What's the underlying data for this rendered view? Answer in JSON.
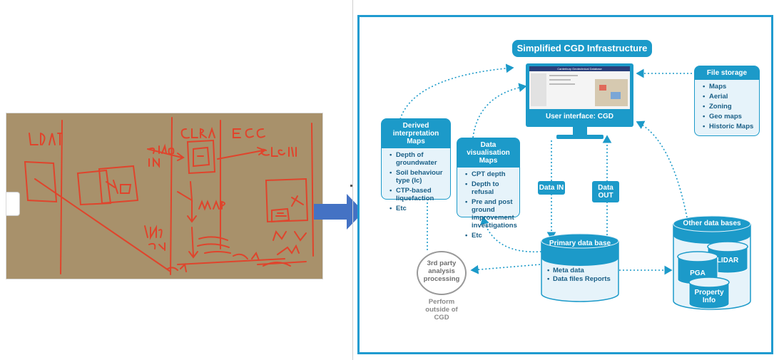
{
  "diagram": {
    "title": "Simplified CGD Infrastructure",
    "user_interface": {
      "label": "User interface: CGD",
      "screen_header": "Canterbury Geotechnical Database"
    },
    "file_storage": {
      "title": "File storage",
      "items": [
        "Maps",
        "Aerial",
        "Zoning",
        "Geo maps",
        "Historic Maps"
      ]
    },
    "derived_maps": {
      "title": "Derived interpretation Maps",
      "items": [
        "Depth of groundwater",
        "Soil behaviour type (Ic)",
        "CTP-based liquefaction",
        "Etc"
      ]
    },
    "visualisation_maps": {
      "title": "Data visualisation Maps",
      "items": [
        "CPT depth",
        "Depth to refusal",
        "Pre and post ground improvement investigations",
        "Etc"
      ]
    },
    "data_in": "Data IN",
    "data_out": "Data OUT",
    "primary_db": {
      "title": "Primary data base",
      "items": [
        "Meta data",
        "Data files Reports"
      ]
    },
    "other_db": {
      "title": "Other data bases",
      "lidar": "LIDAR",
      "pga": "PGA",
      "property": "Property Info"
    },
    "third_party": {
      "label": "3rd party analysis processing",
      "note": "Perform outside of CGD"
    }
  },
  "colors": {
    "accent": "#1c9ac9",
    "frame": "#1f9bd0",
    "arrow": "#4472c4",
    "sketch_paper": "#a8916b",
    "sketch_ink": "#e0442c"
  }
}
